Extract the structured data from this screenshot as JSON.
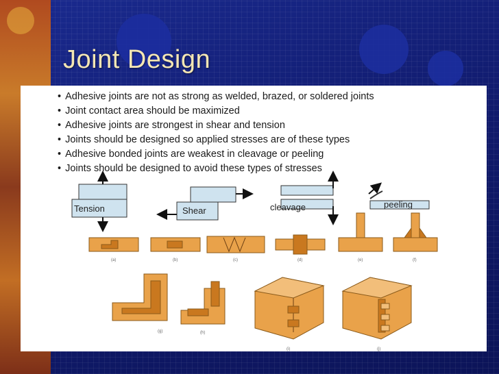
{
  "slide": {
    "title": "Joint Design",
    "bullets": [
      "Adhesive joints are not as strong as welded, brazed, or soldered joints",
      "Joint contact area should be maximized",
      "Adhesive joints are strongest in shear and tension",
      "Joints should be designed so applied stresses are of these types",
      "Adhesive bonded joints are weakest in cleavage or peeling",
      "Joints should be designed to avoid these types of stresses"
    ],
    "stress_labels": {
      "tension": "Tension",
      "shear": "Shear",
      "cleavage": "cleavage",
      "peeling": "peeling"
    },
    "joint_captions": [
      "(a)",
      "(b)",
      "(c)",
      "(d)",
      "(e)",
      "(f)",
      "(g)",
      "(h)",
      "(i)",
      "(j)"
    ]
  },
  "colors": {
    "background": "#101a6b",
    "title": "#f3e6b4",
    "part_fill": "#e9a24a",
    "part_dark": "#c9781f",
    "stress_fill": "#cfe3ef"
  }
}
